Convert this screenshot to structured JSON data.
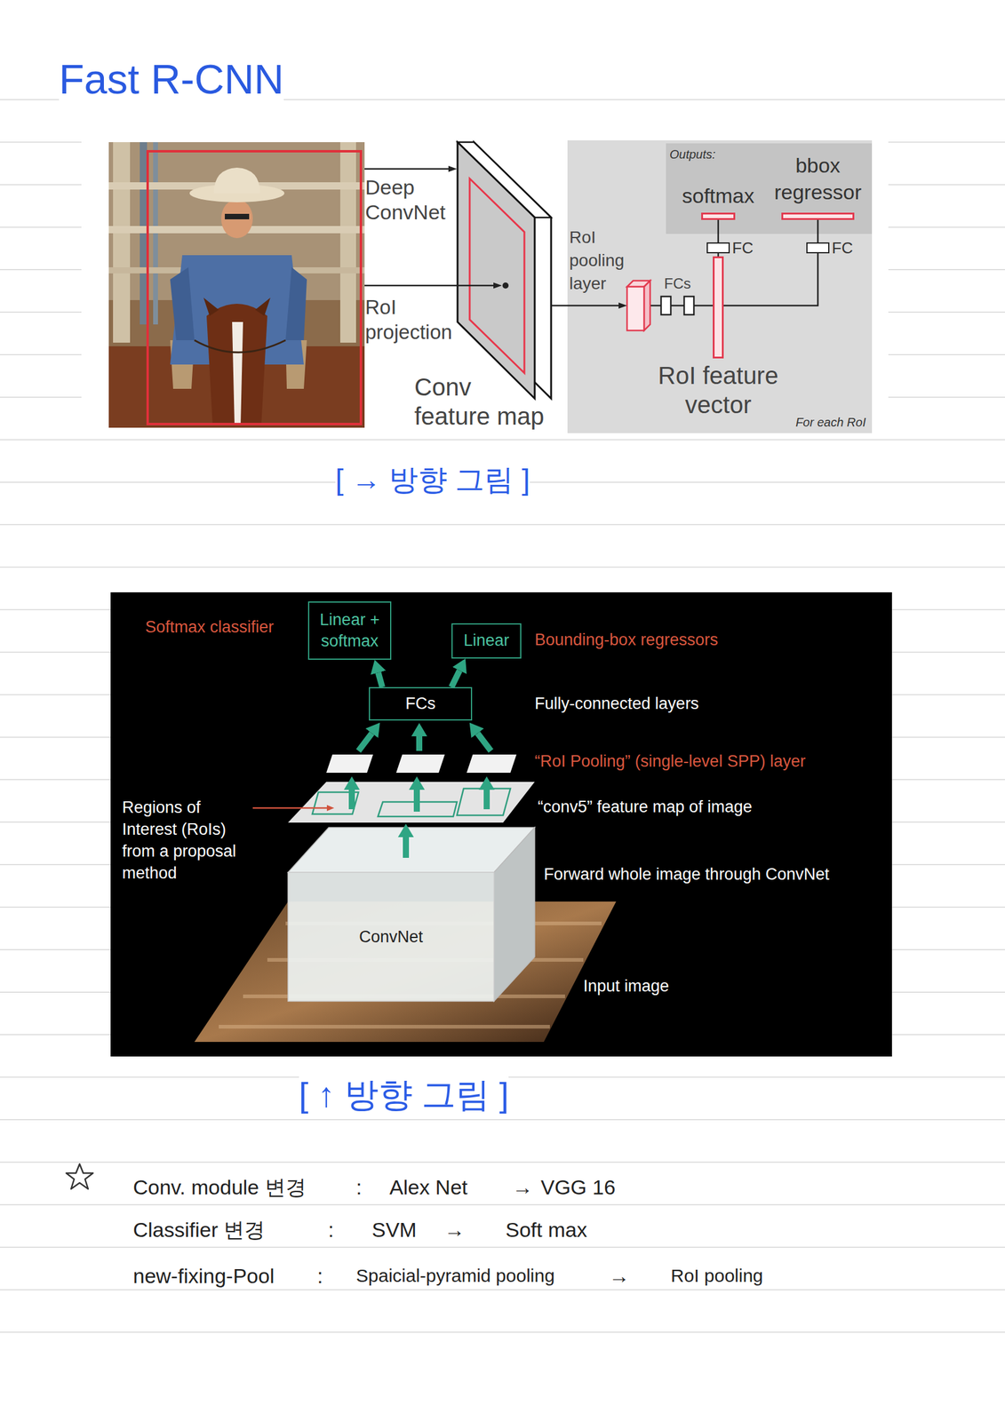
{
  "diagram": {
    "title": "Fast R-CNN",
    "nodes": [
      {
        "text": [
          "Conv feature map"
        ]
      },
      {
        "text": [
          "For each RoI"
        ]
      },
      {
        "text": [
          "RoI pooling layer"
        ],
        "in": 1
      },
      {
        "text": [
          "FCs"
        ],
        "in": 1
      },
      {
        "text": [
          "RoI feature vector"
        ],
        "in": 1
      },
      {
        "text": [
          "Outputs:"
        ],
        "in": 1
      },
      {
        "text": [
          "softmax"
        ],
        "in": 5
      },
      {
        "text": [
          "bbox regressor"
        ],
        "in": 5
      },
      {
        "text": [
          "FC"
        ],
        "in": 1
      },
      {
        "text": [
          "FC"
        ],
        "in": 1
      },
      {
        "text": [
          "Linear + softmax"
        ]
      },
      {
        "text": [
          "Linear"
        ]
      },
      {
        "text": [
          "FCs"
        ]
      },
      {
        "text": [
          "ConvNet"
        ]
      }
    ],
    "edges": [
      {
        "from": 0,
        "to": 2,
        "arrow": "to"
      },
      {
        "from": 2,
        "to": 3,
        "arrow": "none"
      },
      {
        "from": 3,
        "to": 4,
        "arrow": "none"
      },
      {
        "from": 4,
        "to": 8,
        "arrow": "none"
      },
      {
        "from": 8,
        "to": 6,
        "arrow": "none"
      },
      {
        "from": 4,
        "to": 9,
        "arrow": "none"
      },
      {
        "from": 9,
        "to": 7,
        "arrow": "none"
      },
      {
        "from": 12,
        "to": 10,
        "arrow": "to"
      },
      {
        "from": 12,
        "to": 11,
        "arrow": "to"
      }
    ],
    "labels": [
      "Deep ConvNet",
      "RoI projection",
      "[ → 방향 그림 ]",
      "Softmax classifier",
      "Bounding-box regressors",
      "Fully-connected layers",
      "“RoI Pooling” (single-level SPP) layer",
      "Regions of Interest (RoIs) from a proposal method",
      "“conv5” feature map of image",
      "Forward whole image through ConvNet",
      "Input image",
      "[ ↑ 방향 그림 ]",
      "Conv. module 변경",
      ":",
      "Alex Net",
      "→",
      "VGG 16",
      "Classifier 변경",
      ":",
      "SVM",
      "→",
      "Soft max",
      "new-fixing-Pool",
      ":",
      "Spaicial-pyramid pooling",
      "→",
      "RoI pooling"
    ]
  }
}
